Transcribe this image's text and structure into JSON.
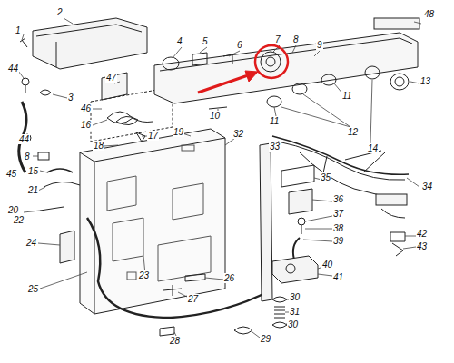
{
  "diagram": {
    "labels": [
      "1",
      "2",
      "44",
      "3",
      "47",
      "46",
      "16",
      "17",
      "18",
      "44",
      "8",
      "15",
      "45",
      "21",
      "20",
      "22",
      "24",
      "25",
      "4",
      "5",
      "6",
      "7",
      "8",
      "9",
      "48",
      "13",
      "11",
      "11",
      "12",
      "10",
      "14",
      "19",
      "32",
      "33",
      "34",
      "35",
      "36",
      "37",
      "38",
      "39",
      "42",
      "43",
      "40",
      "41",
      "23",
      "26",
      "27",
      "30",
      "31",
      "30",
      "28",
      "29"
    ]
  }
}
